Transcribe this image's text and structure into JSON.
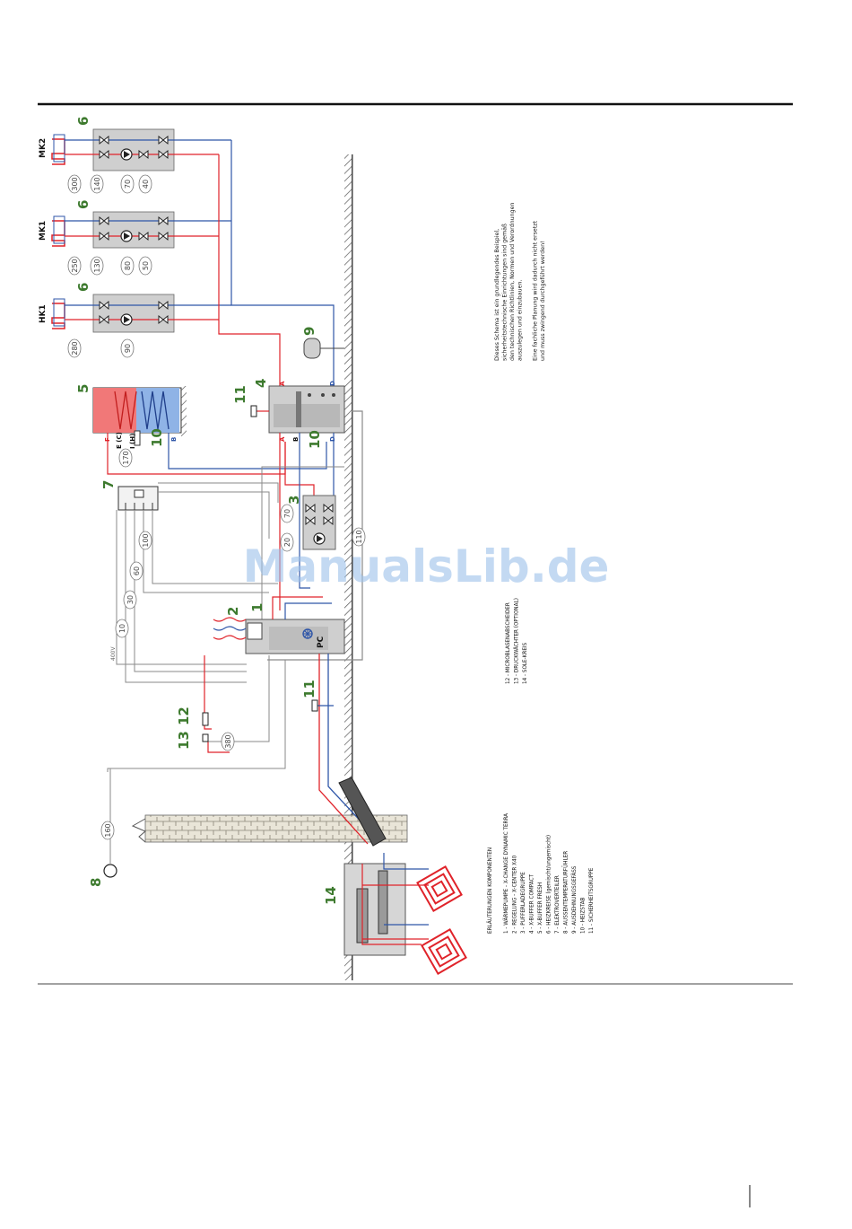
{
  "circuits": {
    "mk2": "MK2",
    "mk1": "MK1",
    "hk1": "HK1"
  },
  "component_numbers": {
    "c6a": "6",
    "c6b": "6",
    "c6c": "6",
    "c5": "5",
    "c4": "4",
    "c11a": "11",
    "c9": "9",
    "c10a": "10",
    "c10b": "10",
    "c7": "7",
    "c3": "3",
    "c2": "2",
    "c1": "1",
    "c11b": "11",
    "c12": "12",
    "c13": "13",
    "c8": "8",
    "c14": "14"
  },
  "sensor_tags": [
    "300",
    "140",
    "70",
    "40",
    "250",
    "130",
    "80",
    "50",
    "280",
    "90",
    "170",
    "20",
    "70",
    "100",
    "60",
    "30",
    "10",
    "110",
    "160",
    "380"
  ],
  "port_labels": {
    "a": "A",
    "b": "B",
    "d": "D",
    "c": "C",
    "f": "F",
    "e": "E (C)",
    "h": "I (H)",
    "bb": "B"
  },
  "unit_label": "PC",
  "voltage_label": "400V",
  "legend": {
    "title": "ERLÄUTERUNGEN KOMPONENTEN",
    "items": [
      "1   -  WÄRMEPUMPE - X-CHANGE DYNAMIC TERRA",
      "2   -  REGELUNG - X-CENTER X40",
      "3   -  PUFFERLADEGRUPPE",
      "4   -  X-BUFFER COMPACT",
      "5   -  X-BUFFER FRESH",
      "6   -  HEIZKREISE (gemischt/ungemischt)",
      "7   -  ELEKTROVERTEILER",
      "8   -  AUSSENTEMPERATURFÜHLER",
      "9   -  AUSDEHNUNGSGEFÄSS",
      "10  -  HEIZSTAB",
      "11  -  SICHERHEITSGRUPPE"
    ],
    "items2": [
      "12  -  MICROBLASENABSCHEIDER",
      "13  -  DRUCKWÄCHTER (OPTIONAL)",
      "14  -  SOLE-KREIS"
    ]
  },
  "disclaimer": [
    "Dieses Schema ist ein grundlegendes Beispiel,",
    "sicherheitstechnische Einrichtungen sind gemäß",
    "den technischen Richtlinien, Normen und Verordnungen",
    "auszulegen und einzubauen.",
    "",
    "Eine fachliche Planung wird dadurch nicht ersetzt",
    "und muss zwingend durchgeführt werden!"
  ],
  "watermark": "ManualsLib.de",
  "colors": {
    "supply": "#e0232a",
    "return": "#2f56a8",
    "signal": "#8a8a8a",
    "accent_green": "#3d7a2e",
    "box": "#cfcfcf"
  }
}
